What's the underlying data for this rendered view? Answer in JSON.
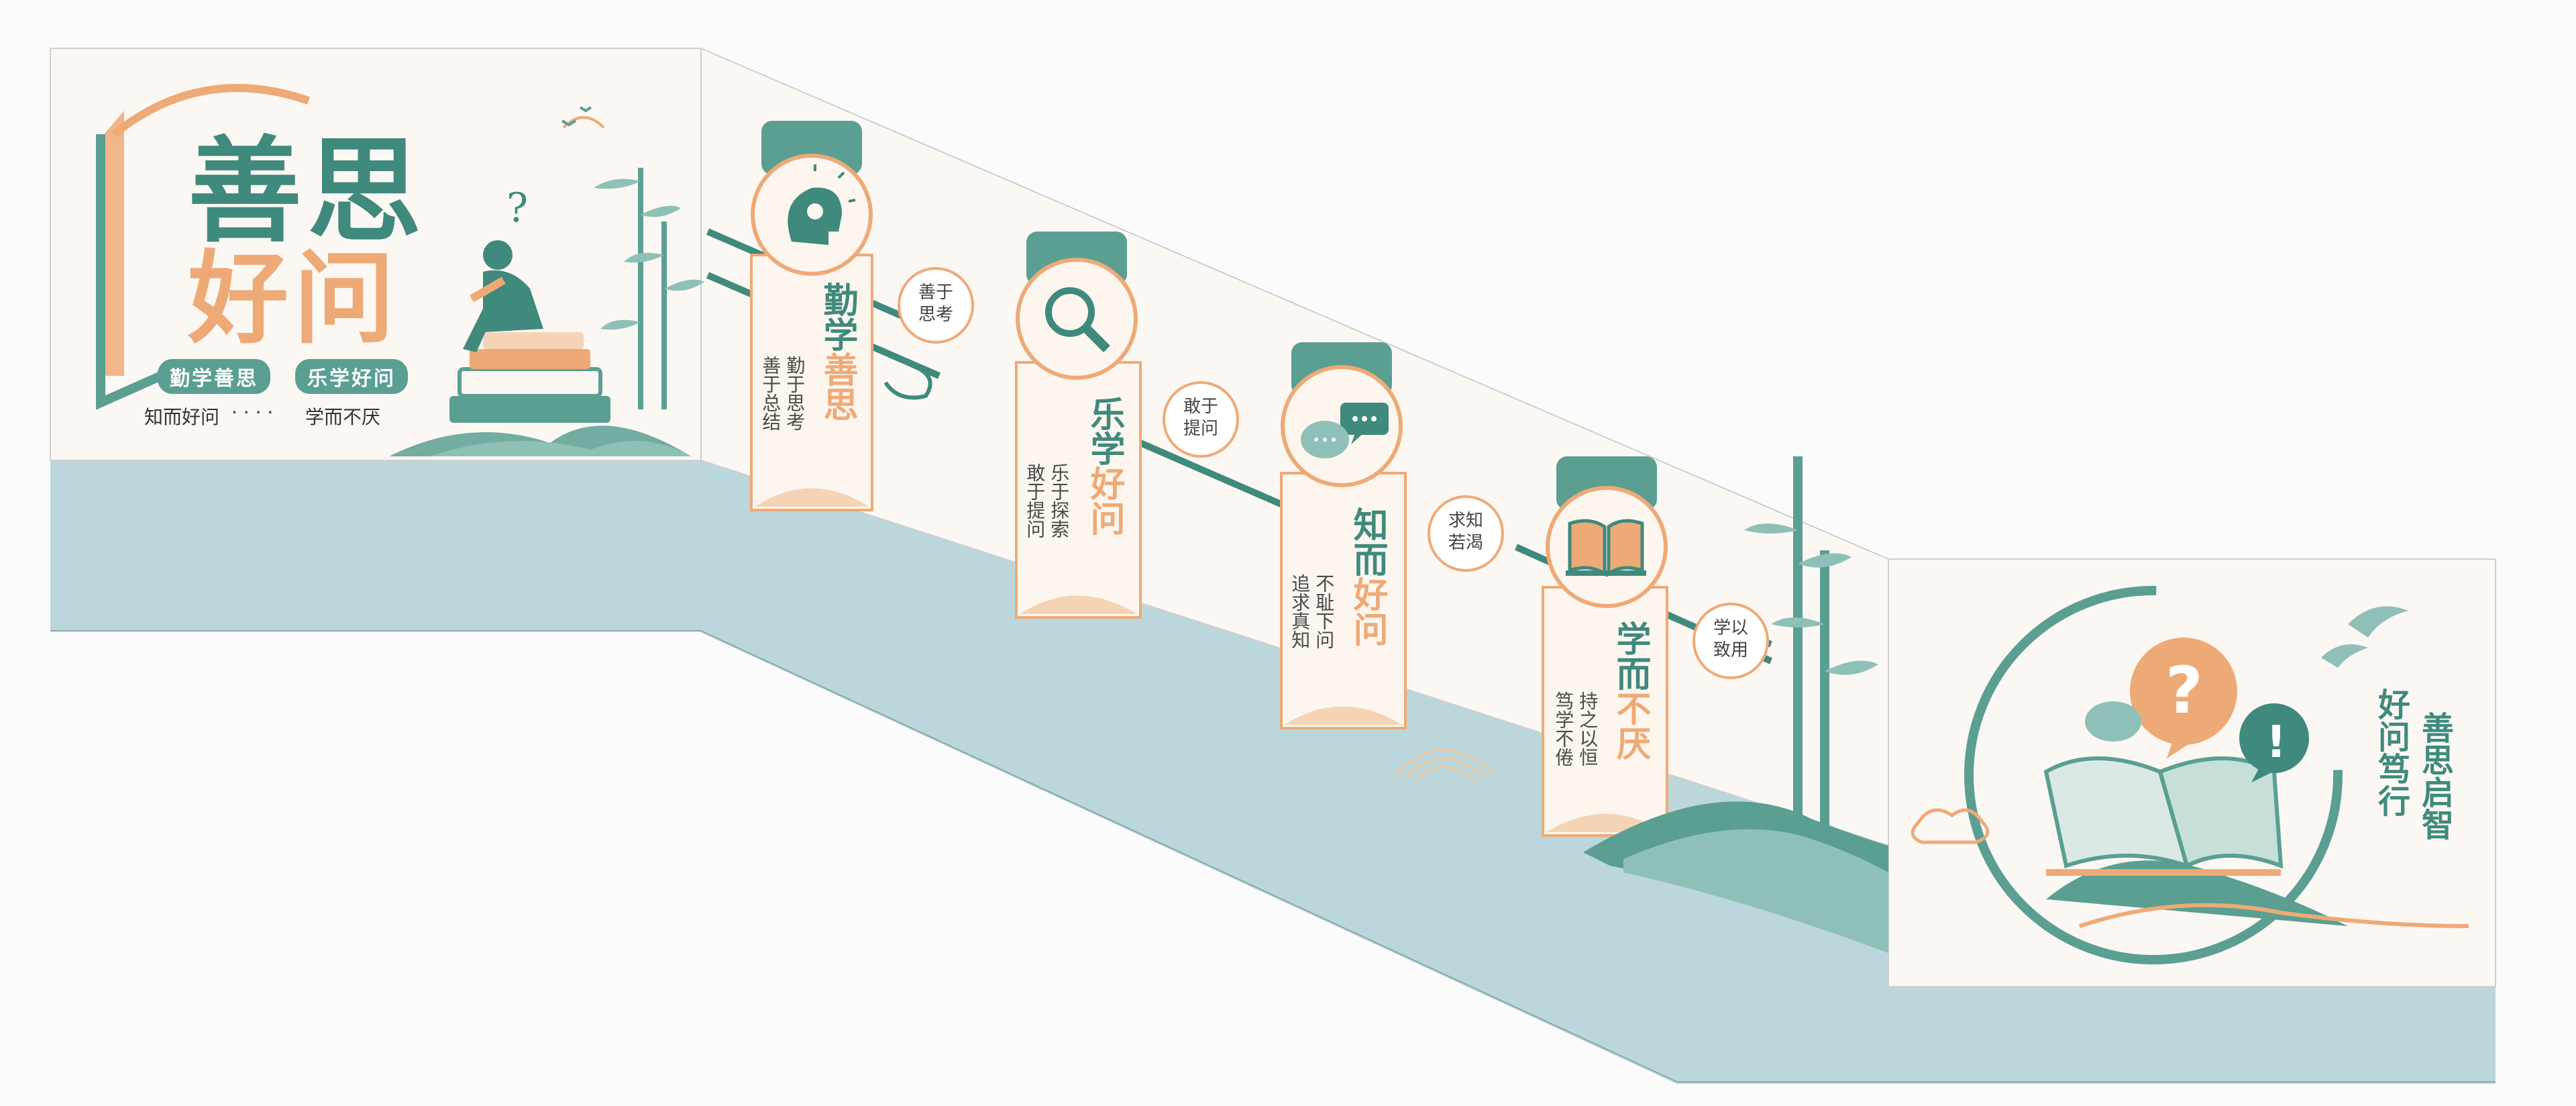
{
  "left_panel": {
    "title_line1": "善思",
    "title_line2": "好问",
    "badge_left": "勤学善思",
    "badge_right": "乐学好问",
    "footer_left": "知而好问",
    "footer_dots": "· · · ·",
    "footer_right": "学而不厌"
  },
  "steps": [
    {
      "title": "勤学善思",
      "subtitle_a": "勤于思考",
      "subtitle_b": "善于总结",
      "icon": "head-idea-icon",
      "bubble": [
        "善于",
        "思考"
      ]
    },
    {
      "title": "乐学好问",
      "subtitle_a": "乐于探索",
      "subtitle_b": "敢于提问",
      "icon": "magnifier-icon",
      "bubble": [
        "敢于",
        "提问"
      ]
    },
    {
      "title": "知而好问",
      "subtitle_a": "不耻下问",
      "subtitle_b": "追求真知",
      "icon": "chat-bubbles-icon",
      "bubble": [
        "求知",
        "若渴"
      ]
    },
    {
      "title": "学而不厌",
      "subtitle_a": "持之以恒",
      "subtitle_b": "笃学不倦",
      "icon": "open-book-icon",
      "bubble": [
        "学以",
        "致用"
      ]
    }
  ],
  "right_panel": {
    "vertical_right": "善思启智",
    "vertical_left": "好问笃行",
    "icon_question": "question-bubble-icon",
    "icon_exclaim": "exclamation-bubble-icon",
    "icon_book": "open-book-icon"
  },
  "colors": {
    "teal": "#5a9f92",
    "teal_dark": "#3f8a7c",
    "orange": "#eeaa76",
    "wall_cream": "#fbf7f3",
    "stair_blue": "#bcd7db"
  }
}
